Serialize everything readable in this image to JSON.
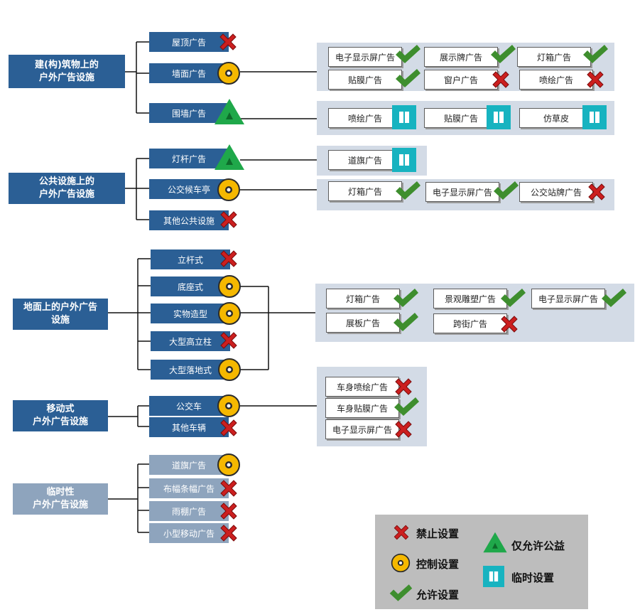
{
  "categories": [
    {
      "label": "建(构)筑物上的\n户外广告设施",
      "items": [
        {
          "label": "屋顶广告",
          "status": "forbidden"
        },
        {
          "label": "墙面广告",
          "status": "controlled"
        },
        {
          "label": "围墙广告",
          "status": "public-only"
        }
      ]
    },
    {
      "label": "公共设施上的\n户外广告设施",
      "items": [
        {
          "label": "灯杆广告",
          "status": "public-only"
        },
        {
          "label": "公交候车亭",
          "status": "controlled"
        },
        {
          "label": "其他公共设施",
          "status": "forbidden"
        }
      ]
    },
    {
      "label": "地面上的户外广告\n设施",
      "items": [
        {
          "label": "立杆式",
          "status": "forbidden"
        },
        {
          "label": "底座式",
          "status": "controlled"
        },
        {
          "label": "实物造型",
          "status": "controlled"
        },
        {
          "label": "大型高立柱",
          "status": "forbidden"
        },
        {
          "label": "大型落地式",
          "status": "controlled"
        }
      ]
    },
    {
      "label": "移动式\n户外广告设施",
      "items": [
        {
          "label": "公交车",
          "status": "controlled"
        },
        {
          "label": "其他车辆",
          "status": "forbidden"
        }
      ]
    },
    {
      "label": "临时性\n户外广告设施",
      "items": [
        {
          "label": "道旗广告",
          "status": "controlled"
        },
        {
          "label": "布幅条幅广告",
          "status": "forbidden"
        },
        {
          "label": "雨棚广告",
          "status": "forbidden"
        },
        {
          "label": "小型移动广告",
          "status": "forbidden"
        }
      ]
    }
  ],
  "detail_groups": [
    {
      "parent": "墙面广告",
      "boxes": [
        {
          "label": "电子显示屏广告",
          "status": "allowed"
        },
        {
          "label": "展示牌广告",
          "status": "allowed"
        },
        {
          "label": "灯箱广告",
          "status": "allowed"
        },
        {
          "label": "贴膜广告",
          "status": "allowed"
        },
        {
          "label": "窗户广告",
          "status": "forbidden"
        },
        {
          "label": "喷绘广告",
          "status": "forbidden"
        }
      ]
    },
    {
      "parent": "围墙广告",
      "boxes": [
        {
          "label": "喷绘广告",
          "status": "temporary"
        },
        {
          "label": "贴膜广告",
          "status": "temporary"
        },
        {
          "label": "仿草皮",
          "status": "temporary"
        }
      ]
    },
    {
      "parent": "灯杆广告",
      "boxes": [
        {
          "label": "道旗广告",
          "status": "temporary"
        }
      ]
    },
    {
      "parent": "公交候车亭",
      "boxes": [
        {
          "label": "灯箱广告",
          "status": "allowed"
        },
        {
          "label": "电子显示屏广告",
          "status": "allowed"
        },
        {
          "label": "公交站牌广告",
          "status": "forbidden"
        }
      ]
    },
    {
      "parent": "底座式 / 实物造型 / 大型落地式",
      "boxes": [
        {
          "label": "灯箱广告",
          "status": "allowed"
        },
        {
          "label": "景观雕塑广告",
          "status": "allowed"
        },
        {
          "label": "电子显示屏广告",
          "status": "allowed"
        },
        {
          "label": "展板广告",
          "status": "allowed"
        },
        {
          "label": "跨街广告",
          "status": "forbidden"
        }
      ]
    },
    {
      "parent": "公交车",
      "boxes": [
        {
          "label": "车身喷绘广告",
          "status": "forbidden"
        },
        {
          "label": "车身贴膜广告",
          "status": "allowed"
        },
        {
          "label": "电子显示屏广告",
          "status": "forbidden"
        }
      ]
    }
  ],
  "legend": {
    "forbidden": "禁止设置",
    "controlled": "控制设置",
    "allowed": "允许设置",
    "public_only": "仅允许公益",
    "temporary": "临时设置"
  },
  "colors": {
    "category_blue": "#2b5f95",
    "category_gray": "#8ea4bd",
    "panel": "#d3dbe6",
    "forbidden_red": "#cc1f1f",
    "allowed_green": "#3e8e2e",
    "public_green": "#1fa84a",
    "controlled_yellow": "#f5b800",
    "temporary_teal": "#17b3c0"
  }
}
